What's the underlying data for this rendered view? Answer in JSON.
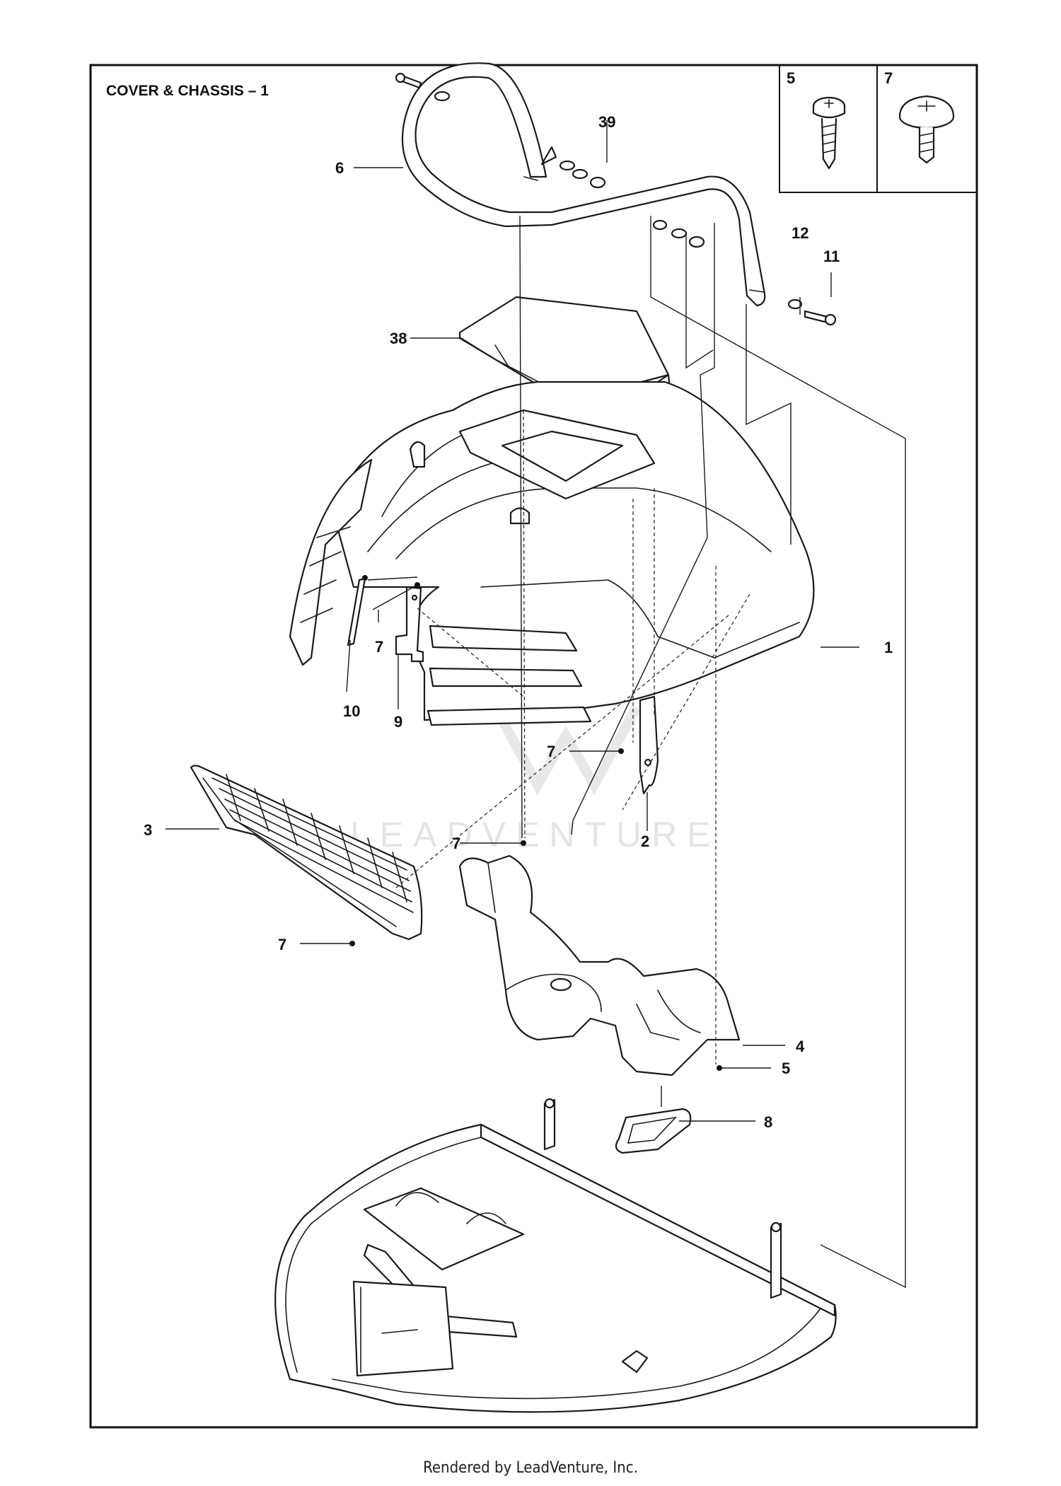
{
  "title": "COVER & CHASSIS – 1",
  "watermark": "LEADVENTURE",
  "footer": "Rendered by LeadVenture, Inc.",
  "inset": {
    "screw_label": "5",
    "bolt_label": "7"
  },
  "callouts": {
    "c1": "1",
    "c2": "2",
    "c3": "3",
    "c4": "4",
    "c5": "5",
    "c6": "6",
    "c7a": "7",
    "c7b": "7",
    "c7c": "7",
    "c7d": "7",
    "c8": "8",
    "c9": "9",
    "c10": "10",
    "c11": "11",
    "c12": "12",
    "c38": "38",
    "c39": "39"
  },
  "colors": {
    "line": "#1a1a1a",
    "background": "#ffffff",
    "watermark": "#e4e4e4"
  }
}
